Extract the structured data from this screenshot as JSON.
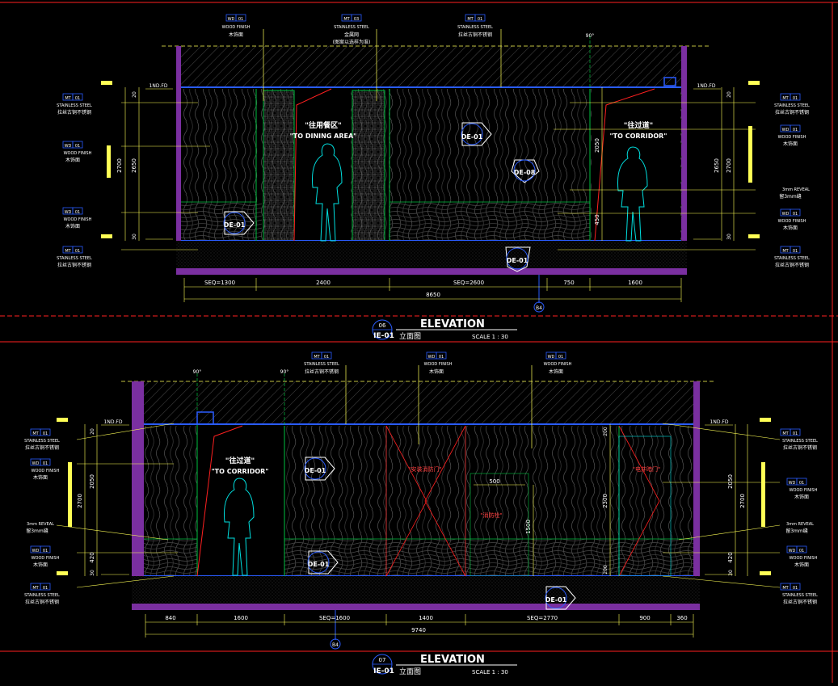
{
  "top": {
    "title": "ELEVATION",
    "number": "06",
    "sheet": "IE-01",
    "cn": "立面图",
    "scale": "SCALE  1 : 30",
    "axis_tag": "B4",
    "callouts": [
      {
        "code": "WD",
        "num": "01",
        "en": "WOOD FINISH",
        "cn": "木饰面"
      },
      {
        "code": "MT",
        "num": "03",
        "en": "STAINLESS STEEL",
        "cn": "金属网",
        "cn2": "(图案以选样为准)"
      },
      {
        "code": "MT",
        "num": "01",
        "en": "STAINLESS STEEL",
        "cn": "拉丝古铜不锈钢"
      }
    ],
    "left_notes": [
      {
        "code": "MT",
        "num": "01",
        "en": "STAINLESS STEEL",
        "cn": "拉丝古铜不锈钢"
      },
      {
        "code": "WD",
        "num": "01",
        "en": "WOOD FINISH",
        "cn": "木饰面"
      },
      {
        "code": "WD",
        "num": "01",
        "en": "WOOD FINISH",
        "cn": "木饰面"
      },
      {
        "code": "MT",
        "num": "01",
        "en": "STAINLESS STEEL",
        "cn": "拉丝古铜不锈钢"
      }
    ],
    "right_notes": [
      {
        "code": "MT",
        "num": "01",
        "en": "STAINLESS STEEL",
        "cn": "拉丝古铜不锈钢"
      },
      {
        "code": "WD",
        "num": "01",
        "en": "WOOD FINISH",
        "cn": "木饰面"
      },
      {
        "code": "",
        "num": "",
        "en": "3mm REVEAL",
        "cn": "留3mm缝"
      },
      {
        "code": "WD",
        "num": "01",
        "en": "WOOD FINISH",
        "cn": "木饰面"
      },
      {
        "code": "MT",
        "num": "01",
        "en": "STAINLESS STEEL",
        "cn": "拉丝古铜不锈钢"
      }
    ],
    "sign_dining_cn": "\"往用餐区\"",
    "sign_dining_en": "\"TO DINING AREA\"",
    "sign_corridor_cn": "\"往过道\"",
    "sign_corridor_en": "\"TO CORRIDOR\"",
    "dims_bottom": [
      "SEQ=1300",
      "2400",
      "SEQ=2600",
      "750",
      "1600"
    ],
    "dim_total": "8650",
    "dims_left": [
      "20",
      "2700",
      "2650",
      "30"
    ],
    "dims_right": [
      "20",
      "2050",
      "2650",
      "2700",
      "450",
      "30"
    ],
    "level_left": "1ND.FD",
    "level_right": "1ND.FD",
    "angle": "90°",
    "tags": [
      "DE-01",
      "DE-08",
      "DE-01",
      "DE-01"
    ]
  },
  "bottom": {
    "title": "ELEVATION",
    "number": "07",
    "sheet": "IE-01",
    "cn": "立面图",
    "scale": "SCALE  1 : 30",
    "axis_tag": "B4",
    "callouts": [
      {
        "code": "MT",
        "num": "01",
        "en": "STAINLESS STEEL",
        "cn": "拉丝古铜不锈钢"
      },
      {
        "code": "WD",
        "num": "01",
        "en": "WOOD FINISH",
        "cn": "木饰面"
      },
      {
        "code": "WD",
        "num": "01",
        "en": "WOOD FINISH",
        "cn": "木饰面"
      }
    ],
    "left_notes": [
      {
        "code": "MT",
        "num": "01",
        "en": "STAINLESS STEEL",
        "cn": "拉丝古铜不锈钢"
      },
      {
        "code": "WD",
        "num": "01",
        "en": "WOOD FINISH",
        "cn": "木饰面"
      },
      {
        "code": "",
        "num": "",
        "en": "3mm REVEAL",
        "cn": "留3mm缝"
      },
      {
        "code": "WD",
        "num": "01",
        "en": "WOOD FINISH",
        "cn": "木饰面"
      },
      {
        "code": "MT",
        "num": "01",
        "en": "STAINLESS STEEL",
        "cn": "拉丝古铜不锈钢"
      }
    ],
    "right_notes": [
      {
        "code": "MT",
        "num": "01",
        "en": "STAINLESS STEEL",
        "cn": "拉丝古铜不锈钢"
      },
      {
        "code": "WD",
        "num": "01",
        "en": "WOOD FINISH",
        "cn": "木饰面"
      },
      {
        "code": "",
        "num": "",
        "en": "3mm REVEAL",
        "cn": "留3mm缝"
      },
      {
        "code": "WD",
        "num": "01",
        "en": "WOOD FINISH",
        "cn": "木饰面"
      },
      {
        "code": "MT",
        "num": "01",
        "en": "STAINLESS STEEL",
        "cn": "拉丝古铜不锈钢"
      }
    ],
    "sign_corridor_cn": "\"往过道\"",
    "sign_corridor_en": "\"TO CORRIDOR\"",
    "door_a": "\"安装消防门\"",
    "door_b": "\"消防栓\"",
    "door_c": "\"电井暗门\"",
    "dim_500": "500",
    "dim_1500": "1500",
    "dims_bottom": [
      "840",
      "1600",
      "SEQ=1600",
      "1400",
      "SEQ=2770",
      "900",
      "360"
    ],
    "dim_total": "9740",
    "dims_left": [
      "20",
      "2050",
      "2700",
      "420",
      "30"
    ],
    "dims_right": [
      "200",
      "2300",
      "200",
      "2050",
      "2700",
      "420",
      "30"
    ],
    "level_left": "1ND.FD",
    "level_right": "1ND.FD",
    "angle": "90°",
    "tags": [
      "DE-01",
      "DE-01",
      "DE-01"
    ]
  },
  "colors": {
    "bg": "#000000",
    "dim": "#ffff55",
    "wall": "#7a2fa0",
    "wood": "#5a5a5a",
    "trim": "#2a5cff",
    "cyan": "#00e0e0",
    "green": "#00c040",
    "red": "#ff2020",
    "white": "#ffffff",
    "magenta": "#ff40ff"
  }
}
